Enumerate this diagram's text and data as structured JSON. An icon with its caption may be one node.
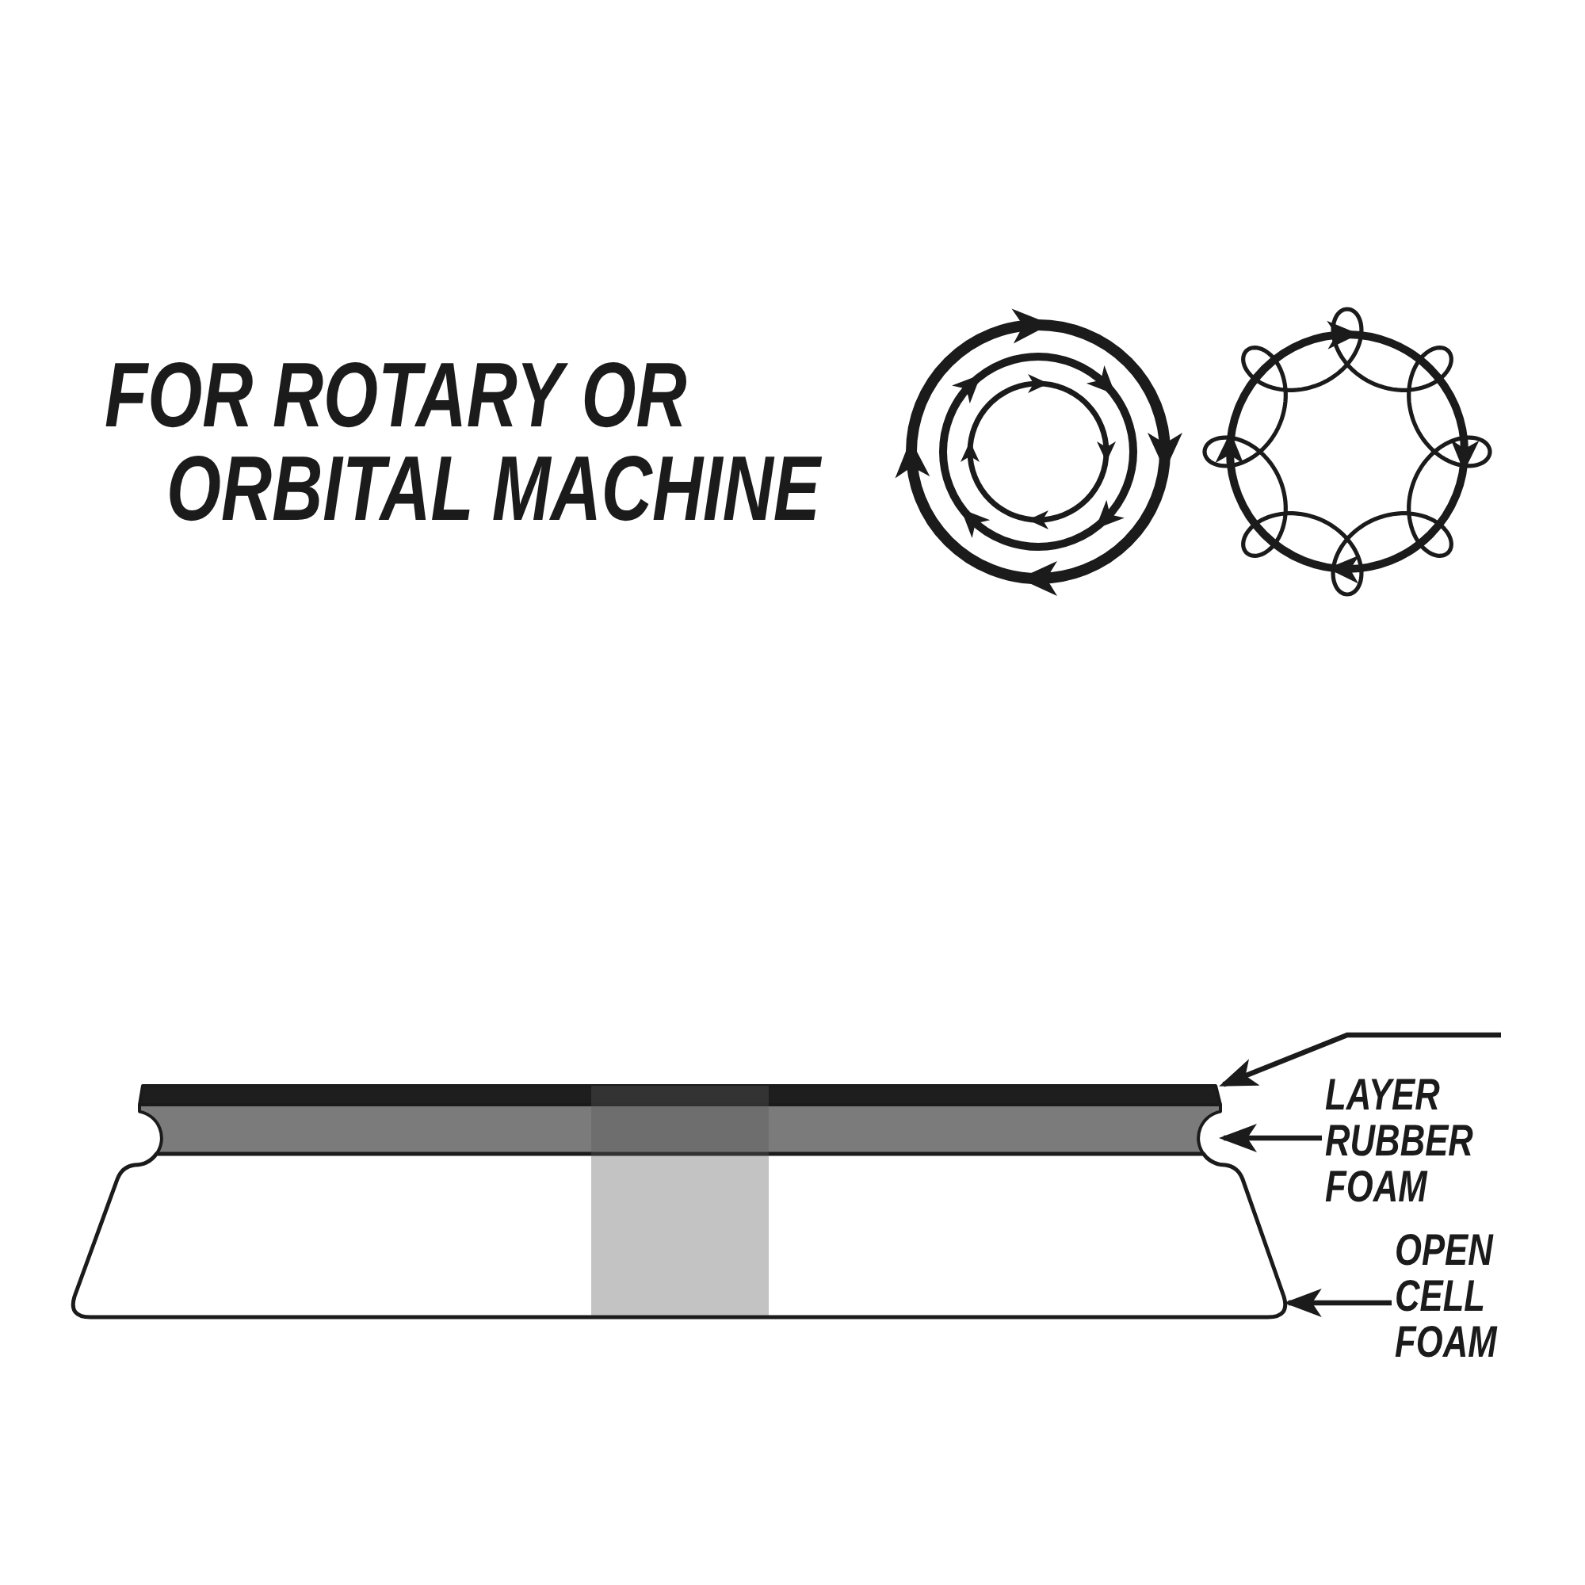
{
  "diagram": {
    "title": "FOR ROTARY OR ORBITAL MACHINE",
    "nodes": [
      {
        "text": [],
        "shape": "bar"
      },
      {
        "text": [],
        "shape": "bar"
      },
      {
        "text": [],
        "shape": "box"
      },
      {
        "text": [
          "LAYER RUBBER FOAM"
        ]
      },
      {
        "text": [
          "OPEN CELL FOAM"
        ]
      }
    ],
    "edges": [
      {
        "from": null,
        "to": 0,
        "arrow": "to"
      },
      {
        "from": 3,
        "to": 1,
        "arrow": "to"
      },
      {
        "from": 4,
        "to": 2,
        "arrow": "to"
      }
    ]
  }
}
